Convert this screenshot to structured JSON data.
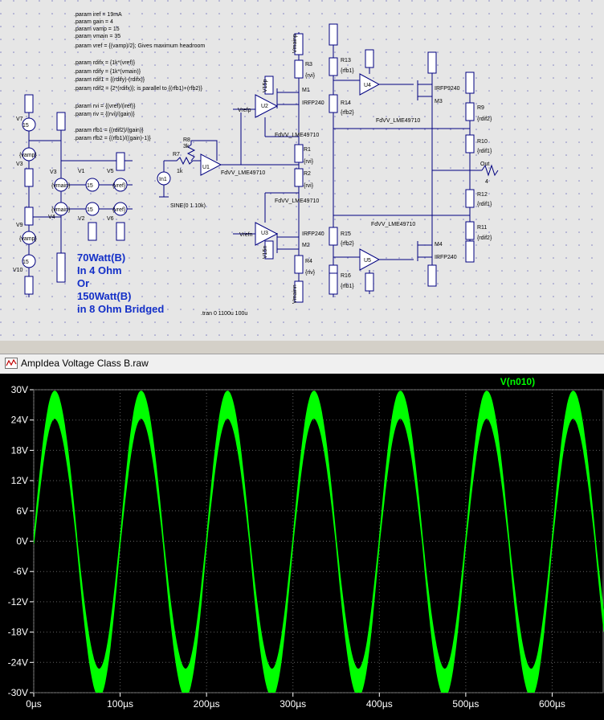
{
  "schematic": {
    "params": [
      ".param iref = 19mA",
      ".param gain = 4",
      ".param vamp = 15",
      ".param vmain = 35",
      ".param vref = {(vamp)/2}; Gives maximum headroom",
      ".param rdifx = {1k*(vref)}",
      ".param rdify = {1k*(vmain)}",
      ".param rdif1 = {(rdify)-(rdifx)}",
      ".param rdif2 = {2*(rdifx)}; is parallel to {(rfb1)+(rfb2)}",
      ".param rvi = {(vref)/(iref)}",
      ".param riv = {(rvi)/(gain)}",
      ".param rfb1 = {(rdif2)/(gain)}",
      ".param rfb2 = {(rfb1)/((gain)-1)}"
    ],
    "note_lines": [
      "70Watt(B)",
      "In 4 Ohm",
      "Or",
      "150Watt(B)",
      "in 8 Ohm Bridged"
    ],
    "tran": ".tran 0 1100u 100u",
    "sine": "SINE(0 1 10k)",
    "labels": {
      "v7": "V7",
      "v3": "V3",
      "v9": "V9",
      "v10": "V10",
      "v1": "V1",
      "v2": "V2",
      "v4": "V4",
      "v5": "V5",
      "v6": "V6",
      "r8": "R8",
      "r8val": "3k",
      "r7": "R7",
      "r7val": "1k",
      "in1": "In1",
      "u1": "U1",
      "u2": "U2",
      "u3": "U3",
      "u4": "U4",
      "u5": "U5",
      "opamp": "FdVV_LME49710",
      "m1": "M1",
      "m2": "M2",
      "m3": "M3",
      "m4": "M4",
      "irf240": "IRFP240",
      "irf9240": "IRFP9240",
      "r1": "R1",
      "r2": "R2",
      "r3": "R3",
      "r4": "R4",
      "r9": "R9",
      "r10": "R10",
      "r11": "R11",
      "r12": "R12",
      "r13": "R13",
      "r14": "R14",
      "r15": "R15",
      "r16": "R16",
      "rvi": "{rvi}",
      "riv": "{riv}",
      "rfb1": "{rfb1}",
      "rfb2": "{rfb2}",
      "rdif1": "{rdif1}",
      "rdif2": "{rdif2}",
      "out": "Out",
      "rload": "4",
      "vmainp": "Vmainp",
      "vmainn": "Vmainn",
      "v15p": "V15p",
      "v15n": "V15n",
      "vrefp": "Vrefp",
      "vrefn": "Vrefn",
      "v15": "15",
      "vamp": "{vamp}",
      "vmain": "{vmain}",
      "vref": "{vref}"
    }
  },
  "waveform_window": {
    "title": "AmpIdea Voltage Class B.raw"
  },
  "chart_data": {
    "type": "line",
    "title": "V(n010)",
    "series": [
      {
        "name": "V(n010)",
        "color": "#00ff00"
      }
    ],
    "x_ticks": [
      "0µs",
      "100µs",
      "200µs",
      "300µs",
      "400µs",
      "500µs",
      "600µs"
    ],
    "y_ticks": [
      "30V",
      "24V",
      "18V",
      "12V",
      "6V",
      "0V",
      "-6V",
      "-12V",
      "-18V",
      "-24V",
      "-30V"
    ],
    "xlim": [
      0,
      660
    ],
    "ylim": [
      -30,
      30
    ],
    "x_unit": "µs",
    "y_unit": "V",
    "frequency_khz": 10,
    "peak_positive_v": 27,
    "peak_negative_v": -28,
    "ripple_band_v": 4,
    "grid": true
  }
}
